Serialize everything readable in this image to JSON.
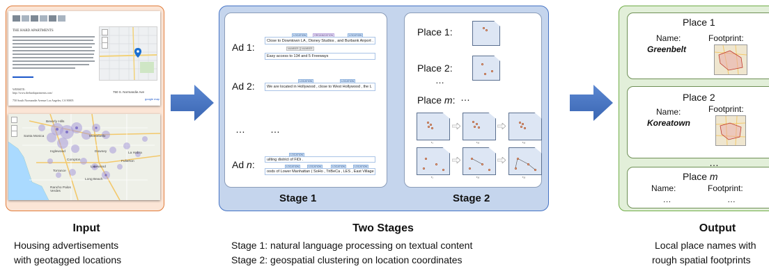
{
  "input": {
    "ad_page": {
      "heading": "THE HARD APARTMENTS",
      "website_label": "WEBSITE:",
      "website_url": "http://www.thehardapartments.com/",
      "address": "750 S. Normandie Ave",
      "address_link": "google map",
      "footer": "750 South Normandie Avenue Los Angeles, CA 90005"
    },
    "region_map": {
      "place_names": [
        "Beverly Hills",
        "Santa Monica",
        "Montebello",
        "Inglewood",
        "Downey",
        "La Habra",
        "Fullerton",
        "Compton",
        "Lakewood",
        "Torrance",
        "Long Beach",
        "Rancho Palos Verdes"
      ]
    },
    "caption_title": "Input",
    "caption_lines": [
      "Housing advertisements",
      "with geotagged locations"
    ]
  },
  "stages": {
    "stage1": {
      "title": "Stage 1",
      "ads": [
        {
          "label": "Ad 1:",
          "line1": "Close to Downtown    LA   , Disney Studios , and Burbank Airport .",
          "tags1": [
            "LOCATION",
            "ORGANIZATION",
            "LOCATION"
          ],
          "line2": "Easy access to   134   and   5   Freeways",
          "tags2": [
            "NUMBER",
            "NUMBER"
          ]
        },
        {
          "label": "Ad 2:",
          "line1": "We are located in Hollywood , close to West Hollywood , the L",
          "tags1": [
            "LOCATION",
            "LOCATION"
          ]
        },
        {
          "label": "Ad n:",
          "label_prefix": "Ad ",
          "label_var": "n",
          "label_suffix": ":",
          "line1": "uilting district of FiDi .",
          "tags1": [
            "LOCATION"
          ],
          "line2": "oods of Lower Manhattan (  SoHo  ,  TriBeCa  , LES , East Village ) .",
          "tags2": [
            "LOCATION",
            "LOCATION",
            "LOCATION",
            "LOCATION"
          ]
        }
      ],
      "ellipsis": "…",
      "ellipsis2": "…"
    },
    "stage2": {
      "title": "Stage 2",
      "places": [
        {
          "label": "Place 1:"
        },
        {
          "label": "Place 2:"
        },
        {
          "label_prefix": "Place ",
          "label_var": "m",
          "label_suffix": ":"
        }
      ],
      "ellipsis": "…",
      "ellipsis2": "…",
      "captions_row1": [
        "r₁",
        "r₁₀",
        "r₁₀"
      ],
      "captions_row2": [
        "r₁",
        "r₁₀",
        "r₁₀"
      ]
    },
    "caption_title": "Two Stages",
    "caption_lines": [
      "Stage 1: natural language processing on textual content",
      "Stage 2: geospatial clustering on location coordinates"
    ]
  },
  "output": {
    "cards": [
      {
        "title": "Place 1",
        "name_label": "Name:",
        "footprint_label": "Footprint:",
        "name": "Greenbelt"
      },
      {
        "title": "Place 2",
        "name_label": "Name:",
        "footprint_label": "Footprint:",
        "name": "Koreatown"
      }
    ],
    "ellipsis": "…",
    "last_card": {
      "title_prefix": "Place ",
      "title_var": "m",
      "name_label": "Name:",
      "footprint_label": "Footprint:",
      "name_value": "…",
      "footprint_value": "…"
    },
    "caption_title": "Output",
    "caption_lines": [
      "Local place names with",
      "rough spatial footprints"
    ]
  },
  "colors": {
    "input_fill": "#fbe5d6",
    "input_border": "#e07b39",
    "stages_fill": "#c5d5ed",
    "stages_border": "#4472c4",
    "output_fill": "#e2efd9",
    "output_border": "#70ad47",
    "arrow": "#4472c4"
  }
}
